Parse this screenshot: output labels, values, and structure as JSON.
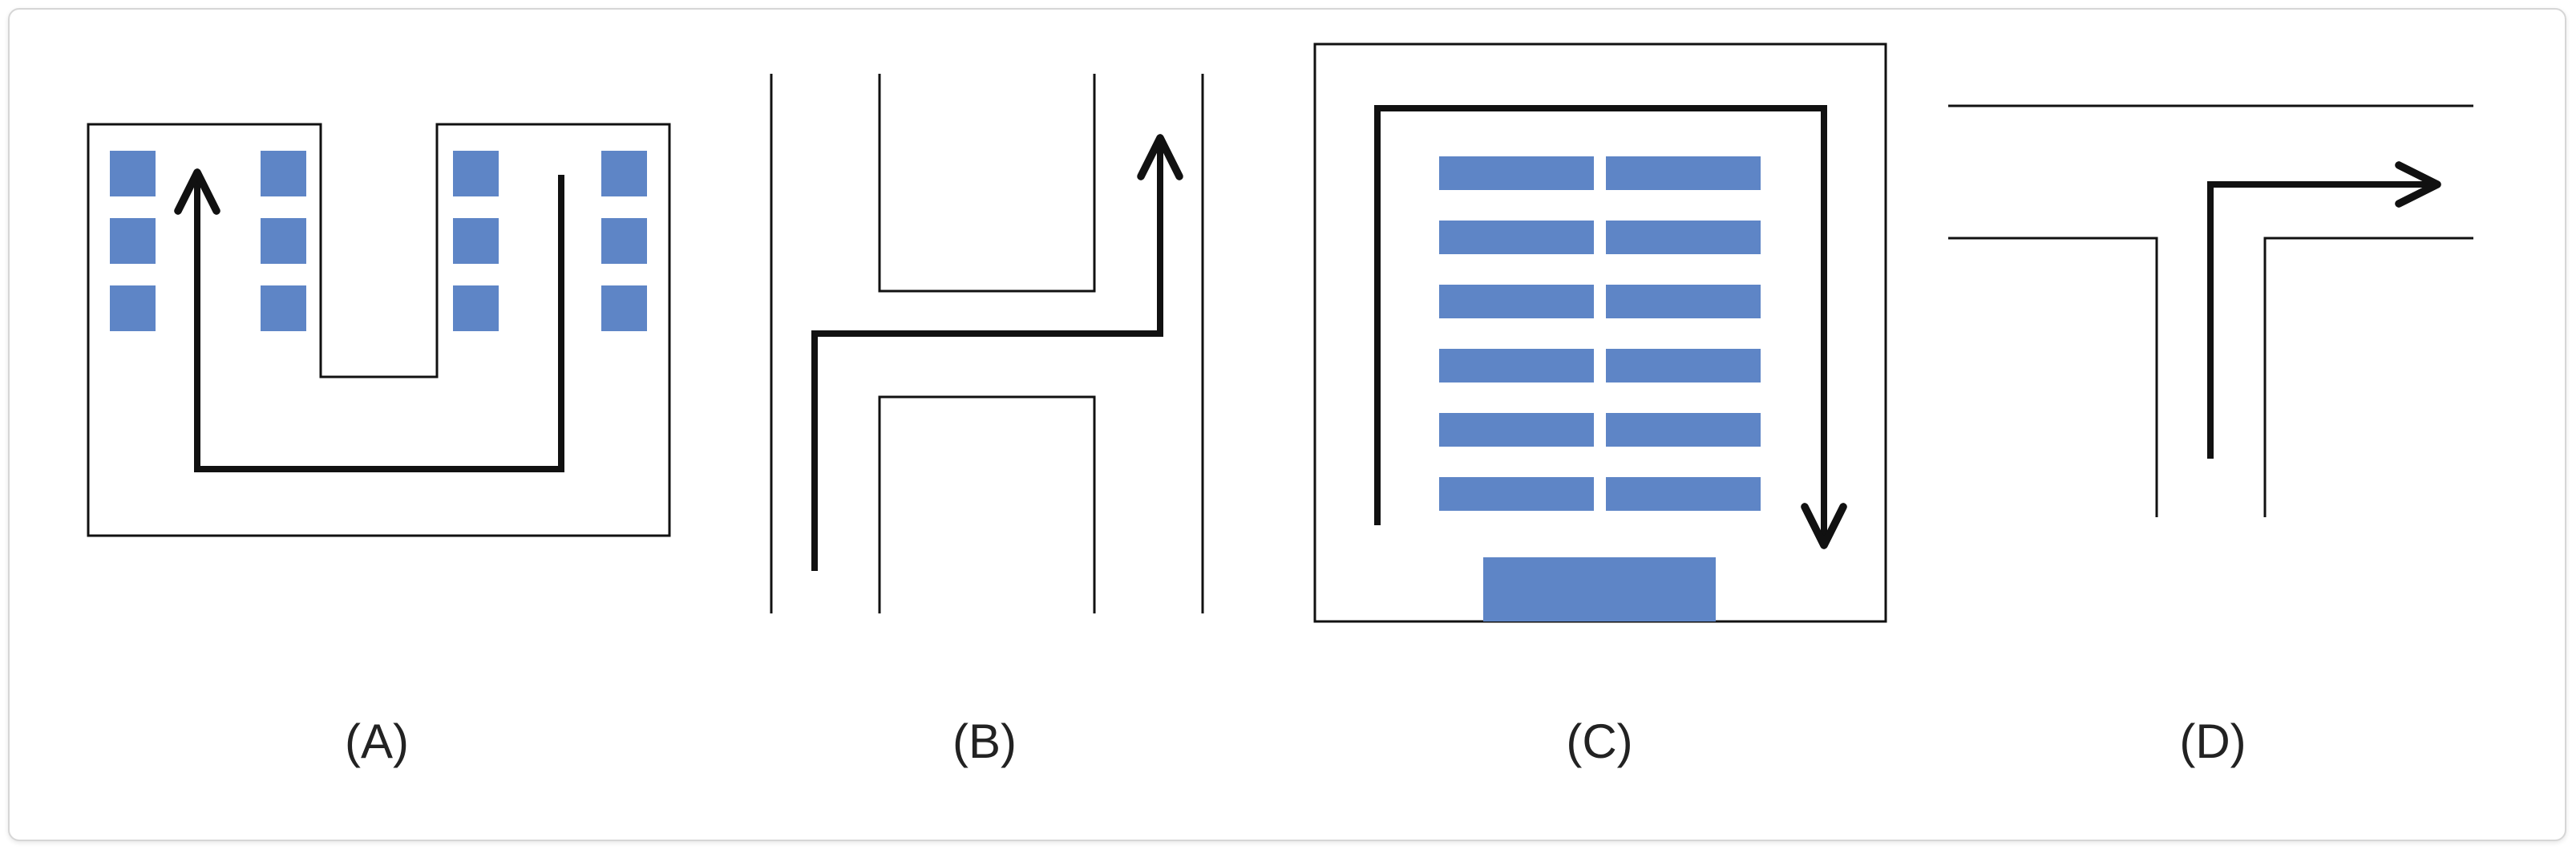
{
  "colors": {
    "line": "#111111",
    "block": "#5e85c6",
    "background": "#ffffff"
  },
  "panels": [
    {
      "id": "A",
      "caption": "(A)"
    },
    {
      "id": "B",
      "caption": "(B)"
    },
    {
      "id": "C",
      "caption": "(C)"
    },
    {
      "id": "D",
      "caption": "(D)"
    }
  ]
}
